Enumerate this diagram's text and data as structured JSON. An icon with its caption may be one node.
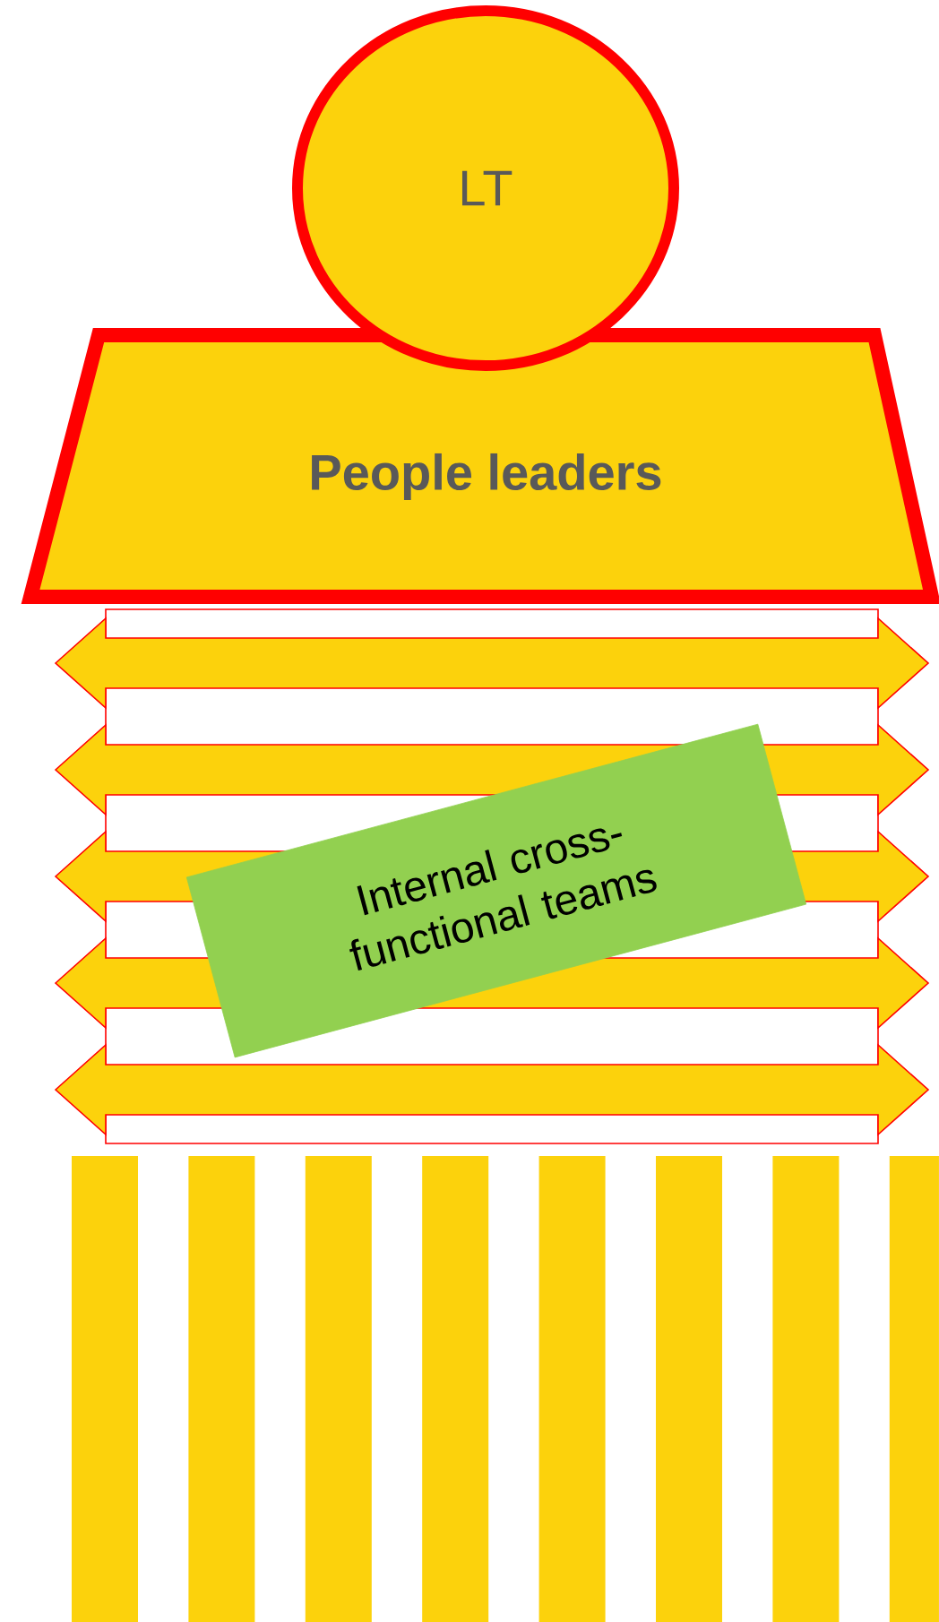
{
  "diagram": {
    "nodes": [
      {
        "text": [
          "LT"
        ]
      },
      {
        "text": [
          "People leaders"
        ]
      },
      {
        "text": [
          "Internal cross-functional teams"
        ]
      }
    ]
  }
}
